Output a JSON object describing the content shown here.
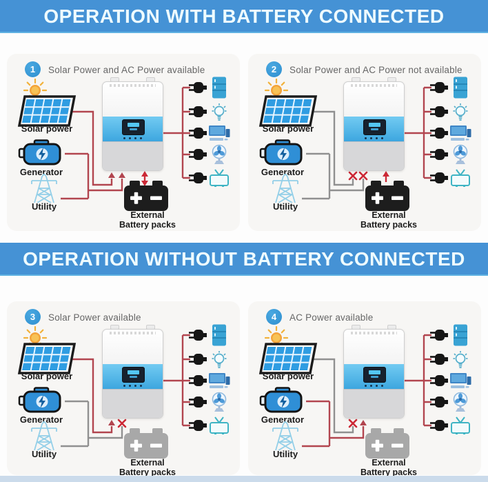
{
  "banners": [
    {
      "text": "OPERATION WITH BATTERY CONNECTED"
    },
    {
      "text": "OPERATION WITHOUT BATTERY CONNECTED"
    }
  ],
  "colors": {
    "banner_bg": "#4592d5",
    "banner_text": "#eefcff",
    "panel_bg": "#f7f6f4",
    "wire_red": "#b2454f",
    "wire_gray": "#909090",
    "mark_red": "#cc2936",
    "badge_bg": "#2e8fd0",
    "title_gray": "#666666",
    "label_dark": "#1b1b1b",
    "footer_strip": "#cbdbeb"
  },
  "panels": [
    {
      "badge": "1",
      "title": "Solar Power and AC Power available",
      "labels": {
        "solar": "Solar power",
        "generator": "Generator",
        "utility": "Utility",
        "battery1": "External",
        "battery2": "Battery packs"
      },
      "loads": [
        "refrigerator",
        "light-bulb",
        "computer",
        "fan",
        "tv"
      ],
      "solar_wire": "#b2454f",
      "solar_terminal": "arrow",
      "ac_wire": "#b2454f",
      "ac_terminal": "arrow",
      "battery_color": "#1d1d1d",
      "battery_flow": "both",
      "load_wire": "#b2454f"
    },
    {
      "badge": "2",
      "title": "Solar Power and AC Power not available",
      "labels": {
        "solar": "Solar power",
        "generator": "Generator",
        "utility": "Utility",
        "battery1": "External",
        "battery2": "Battery packs"
      },
      "loads": [
        "refrigerator",
        "light-bulb",
        "computer",
        "fan",
        "tv"
      ],
      "solar_wire": "#909090",
      "solar_terminal": "x",
      "ac_wire": "#909090",
      "ac_terminal": "x",
      "battery_color": "#1d1d1d",
      "battery_flow": "up",
      "load_wire": "#b2454f"
    },
    {
      "badge": "3",
      "title": "Solar Power available",
      "labels": {
        "solar": "Solar power",
        "generator": "Generator",
        "utility": "Utility",
        "battery1": "External",
        "battery2": "Battery packs"
      },
      "loads": [
        "refrigerator",
        "light-bulb",
        "computer",
        "fan",
        "tv"
      ],
      "solar_wire": "#b2454f",
      "solar_terminal": "arrow",
      "ac_wire": "#909090",
      "ac_terminal": "x",
      "battery_color": "#a8a8a8",
      "battery_flow": "none",
      "load_wire": "#b2454f"
    },
    {
      "badge": "4",
      "title": "AC Power available",
      "labels": {
        "solar": "Solar power",
        "generator": "Generator",
        "utility": "Utility",
        "battery1": "External",
        "battery2": "Battery packs"
      },
      "loads": [
        "refrigerator",
        "light-bulb",
        "computer",
        "fan",
        "tv"
      ],
      "solar_wire": "#909090",
      "solar_terminal": "x",
      "ac_wire": "#b2454f",
      "ac_terminal": "arrow",
      "battery_color": "#a8a8a8",
      "battery_flow": "none",
      "load_wire": "#b2454f"
    }
  ]
}
